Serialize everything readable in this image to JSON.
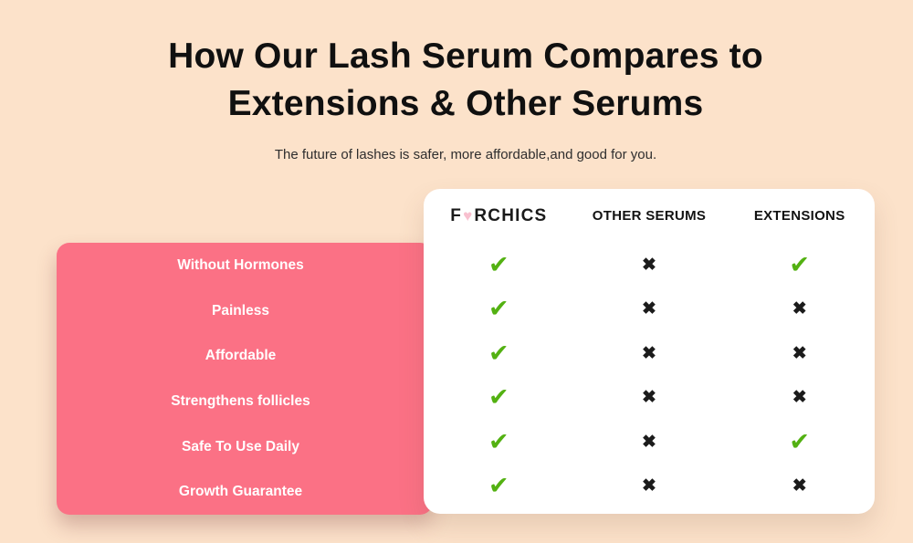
{
  "heading": {
    "title_line1": "How Our Lash Serum Compares to",
    "title_line2": "Extensions & Other Serums",
    "subtitle": "The future of lashes is safer, more affordable,and good for you."
  },
  "brand": {
    "name": "ForChics",
    "prefix": "F",
    "heart": "♥",
    "mid": "R",
    "suffix": "CHICS"
  },
  "table": {
    "columns": [
      {
        "label": "ForChics"
      },
      {
        "label": "OTHER SERUMS"
      },
      {
        "label": "EXTENSIONS"
      }
    ],
    "rows": [
      {
        "label": "Without Hormones",
        "marks": [
          "check",
          "cross",
          "check"
        ]
      },
      {
        "label": "Painless",
        "marks": [
          "check",
          "cross",
          "cross"
        ]
      },
      {
        "label": "Affordable",
        "marks": [
          "check",
          "cross",
          "cross"
        ]
      },
      {
        "label": "Strengthens follicles",
        "marks": [
          "check",
          "cross",
          "cross"
        ]
      },
      {
        "label": "Safe To Use Daily",
        "marks": [
          "check",
          "cross",
          "check"
        ]
      },
      {
        "label": "Growth Guarantee",
        "marks": [
          "check",
          "cross",
          "cross"
        ]
      }
    ]
  },
  "icons": {
    "check": "✔",
    "cross": "✖"
  },
  "colors": {
    "background": "#fce2ca",
    "panel_pink": "#fb7185",
    "card_white": "#ffffff",
    "check_green": "#53b112",
    "cross_black": "#1b1b1b",
    "heart_pink": "#f8c0cf",
    "title_black": "#101010"
  }
}
